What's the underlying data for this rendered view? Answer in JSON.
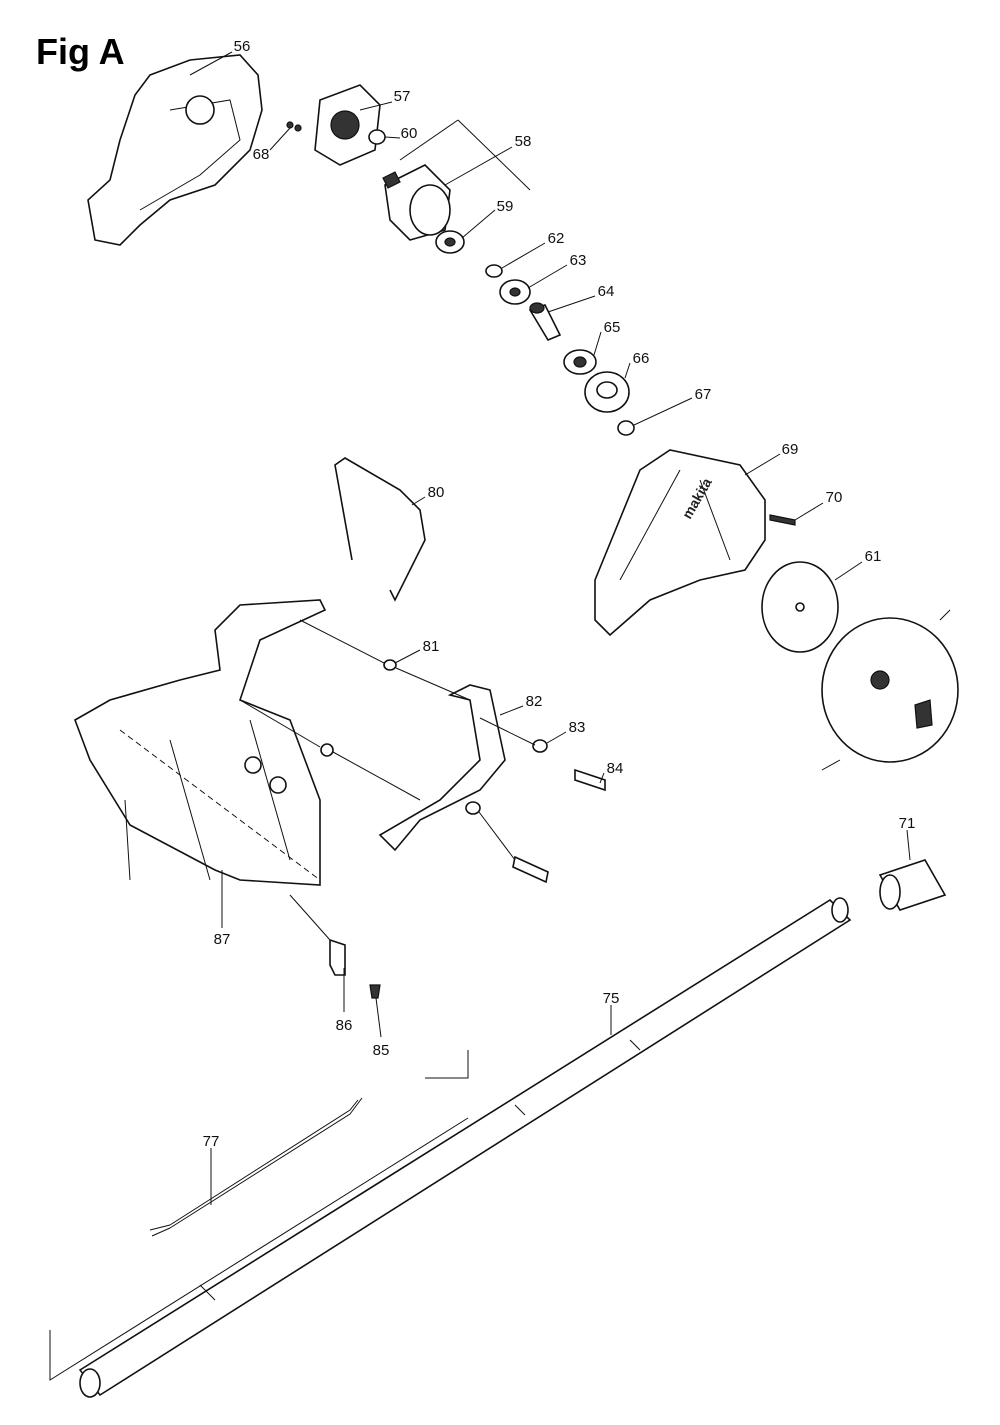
{
  "figure": {
    "title": "Fig A",
    "callouts": {
      "p56": "56",
      "p57": "57",
      "p58": "58",
      "p59": "59",
      "p60": "60",
      "p61": "61",
      "p62": "62",
      "p63": "63",
      "p64": "64",
      "p65": "65",
      "p66": "66",
      "p67": "67",
      "p68": "68",
      "p69": "69",
      "p70": "70",
      "p71": "71",
      "p75": "75",
      "p77": "77",
      "p80": "80",
      "p81": "81",
      "p82": "82",
      "p83": "83",
      "p84": "84",
      "p85": "85",
      "p86": "86",
      "p87": "87"
    }
  }
}
